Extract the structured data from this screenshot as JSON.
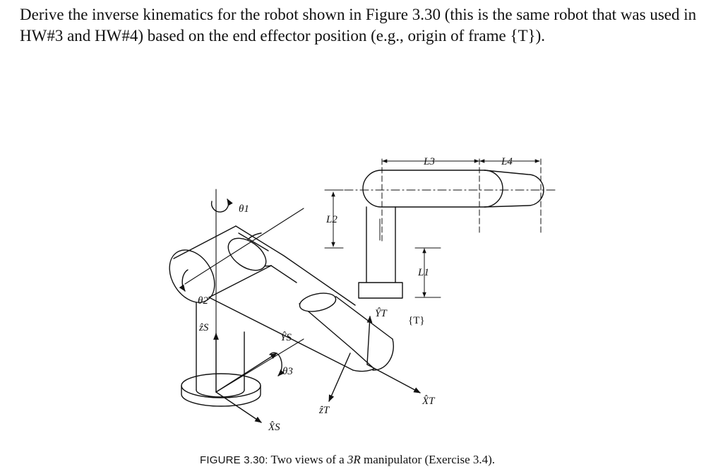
{
  "question": {
    "text": "Derive the inverse kinematics for the robot shown in Figure 3.30 (this is the same robot that was used in HW#3 and HW#4) based on the end effector position (e.g., origin of frame {T})."
  },
  "figure": {
    "labels": {
      "theta1": "θ1",
      "theta2": "θ2",
      "theta3": "θ3",
      "zs": "ẑS",
      "ys": "ŶS",
      "xs": "X̂S",
      "zt": "ẑT",
      "yt": "ŶT",
      "xt": "X̂T",
      "frame_t": "{T}",
      "l1": "L1",
      "l2": "L2",
      "l3": "L3",
      "l4": "L4"
    },
    "caption": {
      "label": "FIGURE 3.30:",
      "before": " Two views of a ",
      "italic": "3R",
      "after": " manipulator (Exercise 3.4)."
    }
  }
}
